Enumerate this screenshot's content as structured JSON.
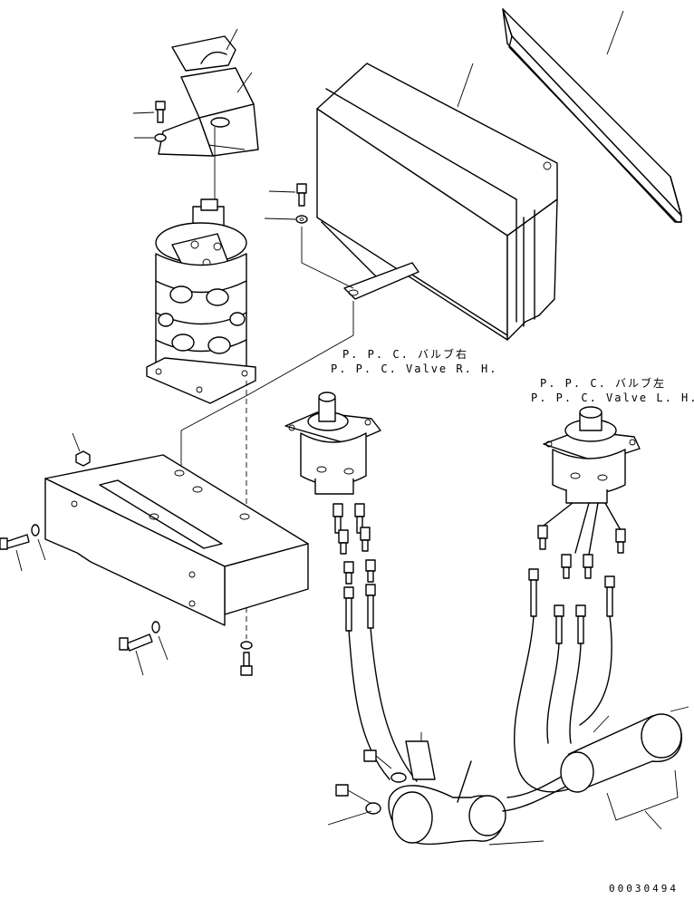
{
  "labels": {
    "valve_rh_jp": "P. P. C. バルブ右",
    "valve_rh_en": "P. P. C.  Valve R. H.",
    "valve_lh_jp": "P. P. C. バルブ左",
    "valve_lh_en": "P. P. C.  Valve L. H."
  },
  "drawing_code": "00030494"
}
